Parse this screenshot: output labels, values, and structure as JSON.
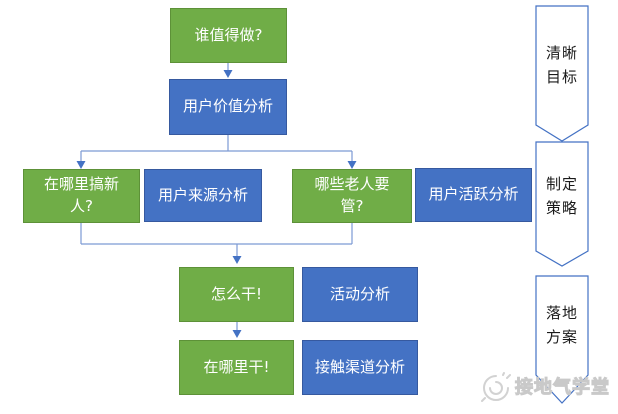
{
  "diagram": {
    "nodes": {
      "step1_question": "谁值得做?",
      "step1_analysis": "用户价值分析",
      "left_question": "在哪里搞新\n人?",
      "left_analysis": "用户来源分析",
      "right_question": "哪些老人要\n管?",
      "right_analysis": "用户活跃分析",
      "step3_question": "怎么干!",
      "step3_analysis": "活动分析",
      "step4_question": "在哪里干!",
      "step4_analysis": "接触渠道分析"
    },
    "stages": {
      "stage1": "清晰\n目标",
      "stage2": "制定\n策略",
      "stage3": "落地\n方案"
    },
    "watermark": "接地气学堂",
    "colors": {
      "question_fill": "#70AD47",
      "question_border": "#5D9138",
      "analysis_fill": "#4472C4",
      "analysis_border": "#36599F",
      "connector_line": "#7C9AD4",
      "arrowhead": "#4472C4",
      "banner_outline": "#4472C4",
      "banner_fill": "#FFFFFF",
      "banner_text": "#1A1A1A",
      "watermark_gray": "#C9C9C9"
    }
  }
}
